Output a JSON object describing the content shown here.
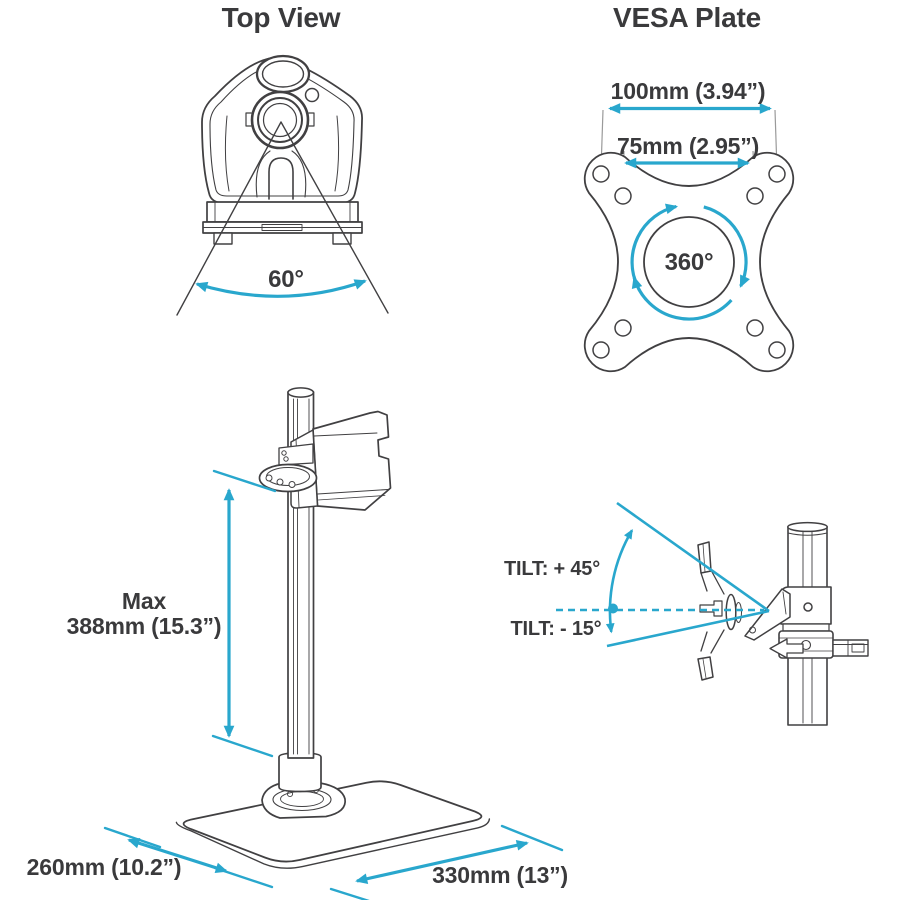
{
  "colors": {
    "accent": "#29A7CD",
    "line_art": "#414042",
    "label_text": "#3A3A3C",
    "extension_line": "#9A9A9A",
    "background": "#FFFFFF"
  },
  "figures": {
    "top_view": {
      "title": "Top View",
      "swivel_label": "60°"
    },
    "vesa_plate": {
      "title": "VESA Plate",
      "dim_outer": "100mm (3.94”)",
      "dim_inner": "75mm (2.95”)",
      "rotation_label": "360°"
    },
    "stand": {
      "height_label_line1": "Max",
      "height_label_line2": "388mm (15.3”)",
      "depth_label": "260mm (10.2”)",
      "width_label": "330mm (13”)"
    },
    "tilt": {
      "tilt_up_label": "TILT: + 45°",
      "tilt_down_label": "TILT: - 15°"
    }
  }
}
